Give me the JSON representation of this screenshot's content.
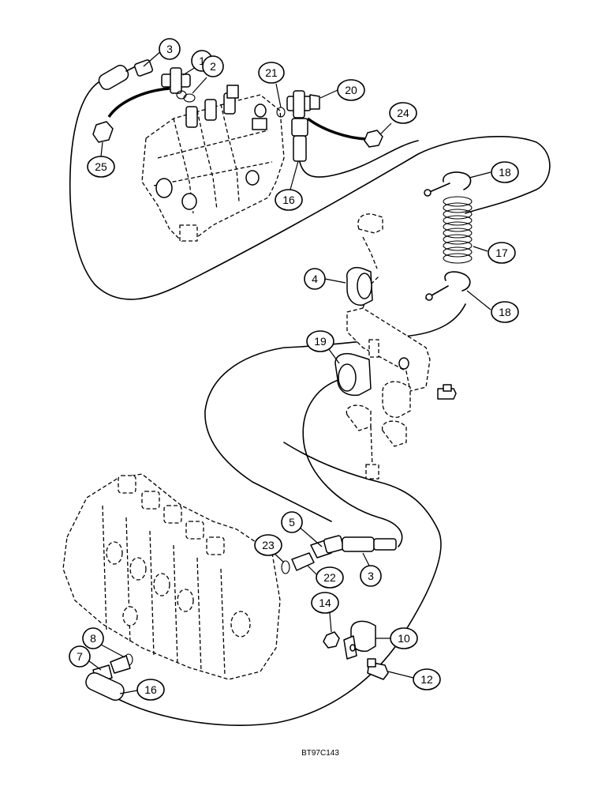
{
  "drawing_code": "BT97C143",
  "callouts": [
    {
      "id": "c1",
      "label": "1"
    },
    {
      "id": "c2",
      "label": "2"
    },
    {
      "id": "c3a",
      "label": "3"
    },
    {
      "id": "c3b",
      "label": "3"
    },
    {
      "id": "c4",
      "label": "4"
    },
    {
      "id": "c5",
      "label": "5"
    },
    {
      "id": "c7",
      "label": "7"
    },
    {
      "id": "c8",
      "label": "8"
    },
    {
      "id": "c10",
      "label": "10"
    },
    {
      "id": "c12",
      "label": "12"
    },
    {
      "id": "c14",
      "label": "14"
    },
    {
      "id": "c16a",
      "label": "16"
    },
    {
      "id": "c16b",
      "label": "16"
    },
    {
      "id": "c17",
      "label": "17"
    },
    {
      "id": "c18a",
      "label": "18"
    },
    {
      "id": "c18b",
      "label": "18"
    },
    {
      "id": "c19",
      "label": "19"
    },
    {
      "id": "c20",
      "label": "20"
    },
    {
      "id": "c21",
      "label": "21"
    },
    {
      "id": "c22",
      "label": "22"
    },
    {
      "id": "c23",
      "label": "23"
    },
    {
      "id": "c24",
      "label": "24"
    },
    {
      "id": "c25",
      "label": "25"
    }
  ]
}
